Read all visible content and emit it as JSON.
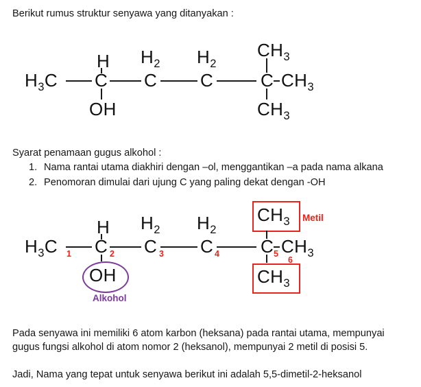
{
  "intro": "Berikut rumus struktur senyawa yang ditanyakan :",
  "formula": {
    "h3c": "H3C",
    "c": "C",
    "h": "H",
    "h2": "H2",
    "oh": "OH",
    "ch3": "CH3"
  },
  "rules": {
    "heading": "Syarat penamaan gugus alkohol :",
    "items": [
      {
        "num": "1.",
        "text": "Nama rantai utama  diakhiri dengan –ol, menggantikan –a pada nama alkana"
      },
      {
        "num": "2.",
        "text": "Penomoran dimulai dari ujung C yang paling dekat dengan -OH"
      }
    ]
  },
  "annotations": {
    "carbon_numbers": [
      "1",
      "2",
      "3",
      "4",
      "5",
      "6"
    ],
    "metil_label": "Metil",
    "alkohol_label": "Alkohol",
    "highlight_red": "#e8241f",
    "highlight_purple": "#7a3b9b"
  },
  "explanation": "Pada senyawa ini memiliki 6 atom karbon (heksana) pada rantai utama, mempunyai gugus fungsi alkohol di atom nomor 2 (heksanol), mempunyai 2 metil di posisi 5.",
  "conclusion": "Jadi, Nama yang tepat untuk senyawa berikut ini adalah 5,5-dimetil-2-heksanol"
}
